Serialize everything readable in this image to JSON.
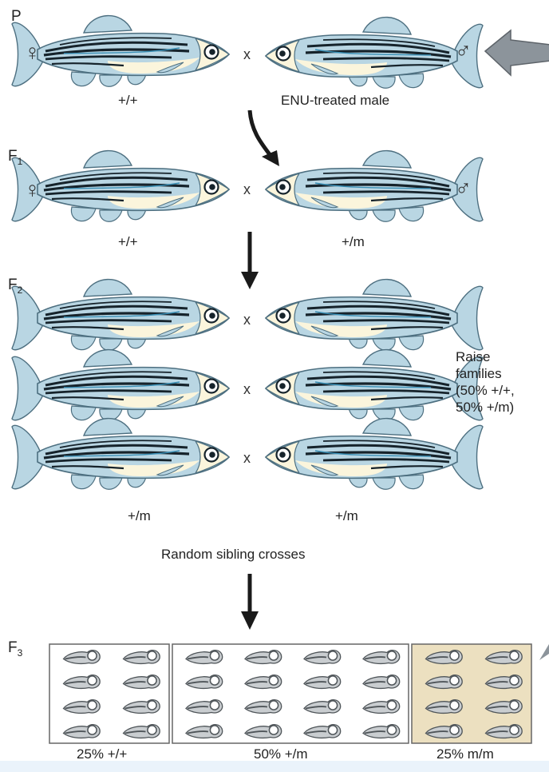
{
  "generations": {
    "p": "P",
    "f1": {
      "base": "F",
      "sub": "1"
    },
    "f2": {
      "base": "F",
      "sub": "2"
    },
    "f3": {
      "base": "F",
      "sub": "3"
    }
  },
  "symbols": {
    "female": "♀",
    "male": "♂",
    "cross": "x"
  },
  "labels": {
    "p_left": "+/+",
    "p_right": "ENU-treated male",
    "f1_left": "+/+",
    "f1_right": "+/m",
    "f2_left": "+/m",
    "f2_right": "+/m",
    "raise_families": [
      "Raise",
      "families",
      "(50% +/+,",
      "50% +/m)"
    ],
    "random_sibling": "Random sibling crosses"
  },
  "f3_panels": [
    {
      "label": "25% +/+"
    },
    {
      "label": "50% +/m"
    },
    {
      "label": "25% m/m"
    }
  ],
  "colors": {
    "fish_body": "#b9d6e3",
    "fish_outline": "#4d6f80",
    "fish_belly": "#fbf5dc",
    "stripes": "#16232b",
    "highlight_panel": "#ece0c0",
    "pointer_arrow": "#8c949b",
    "bottom_band": "#eaf3fb"
  }
}
